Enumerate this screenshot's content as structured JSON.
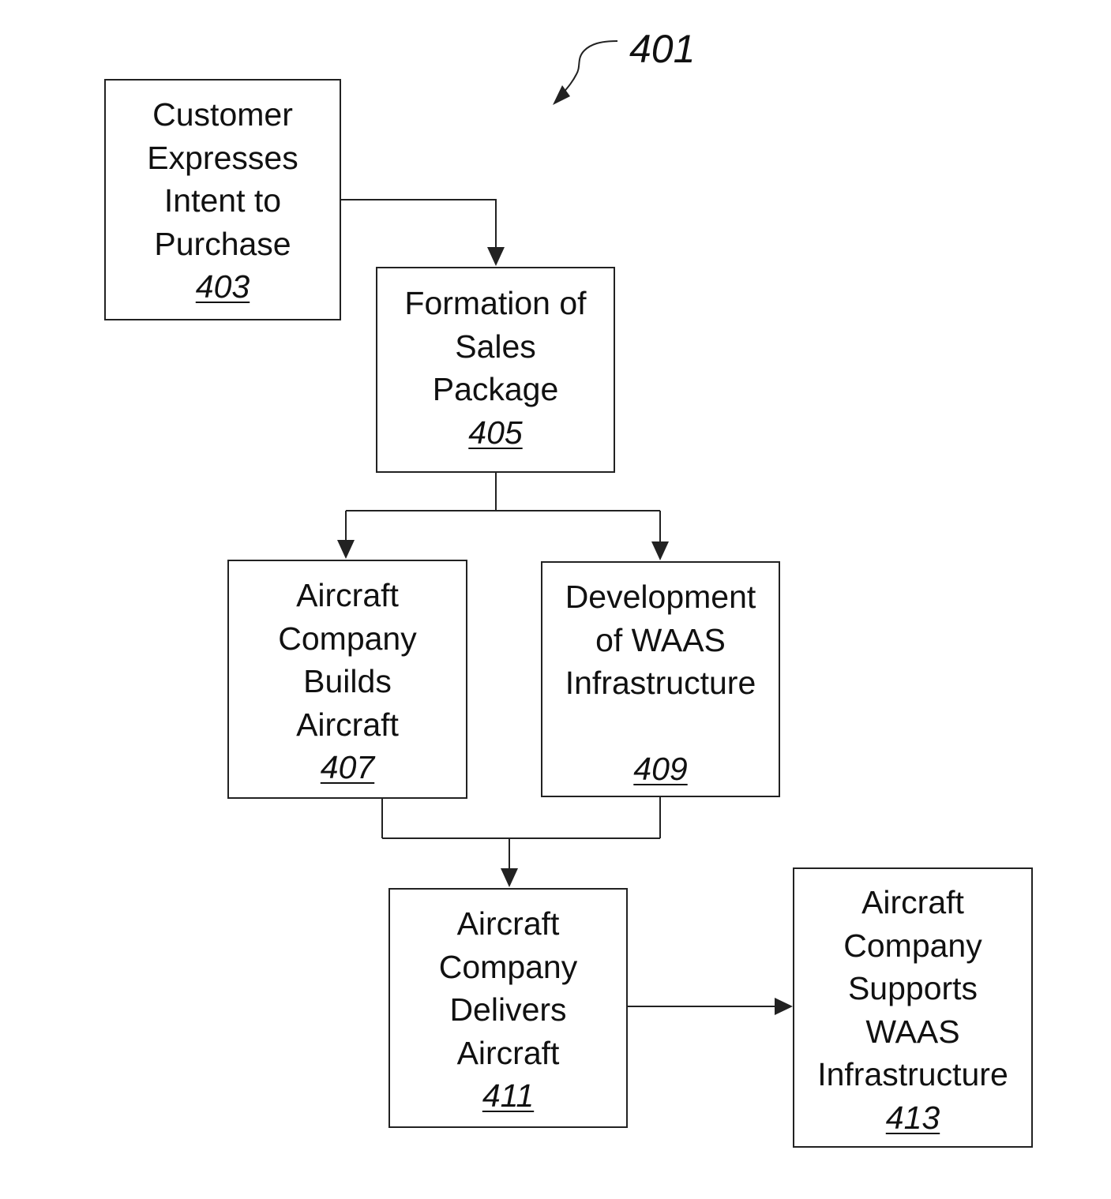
{
  "figure": {
    "label": "401"
  },
  "boxes": {
    "b403": {
      "lines": [
        "Customer",
        "Expresses",
        "Intent to",
        "Purchase"
      ],
      "ref": "403"
    },
    "b405": {
      "lines": [
        "Formation of",
        "Sales",
        "Package"
      ],
      "ref": "405"
    },
    "b407": {
      "lines": [
        "Aircraft",
        "Company",
        "Builds",
        "Aircraft"
      ],
      "ref": "407"
    },
    "b409": {
      "lines": [
        "Development",
        "of WAAS",
        "Infrastructure"
      ],
      "ref": "409"
    },
    "b411": {
      "lines": [
        "Aircraft",
        "Company",
        "Delivers",
        "Aircraft"
      ],
      "ref": "411"
    },
    "b413": {
      "lines": [
        "Aircraft",
        "Company",
        "Supports",
        "WAAS",
        "Infrastructure"
      ],
      "ref": "413"
    }
  },
  "colors": {
    "stroke": "#222222",
    "text": "#111111",
    "background": "#ffffff"
  }
}
